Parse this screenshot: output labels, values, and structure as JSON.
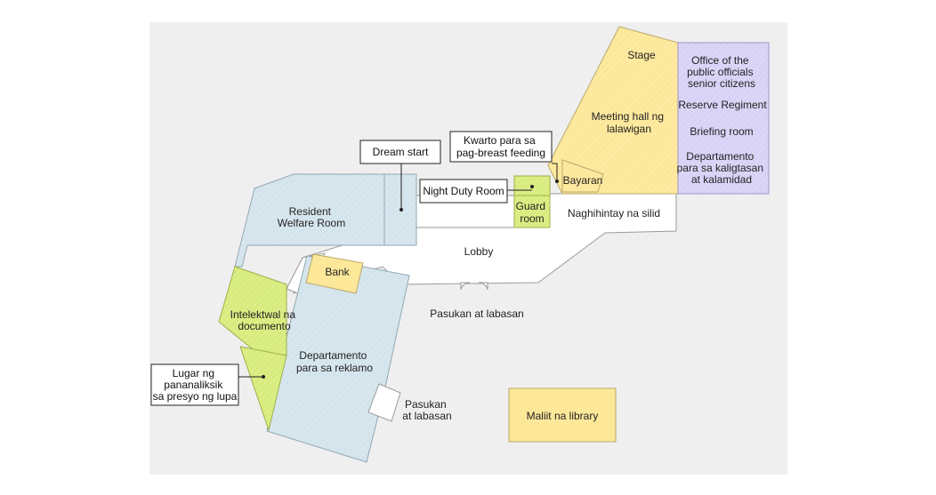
{
  "colors": {
    "background_panel": "#efefef",
    "blue_room": "#d4e4ec",
    "yellow_room": "#fde89a",
    "green_room": "#d8ec7e",
    "purple_room": "#d9d2f6",
    "corridor": "#ffffff",
    "outline": "#8a8a8a"
  },
  "rooms": {
    "stage": "Stage",
    "office_officials": [
      "Office of the",
      "public officials",
      "senior citizens"
    ],
    "reserve_regiment": "Reserve Regiment",
    "briefing_room": "Briefing room",
    "disaster_dept": [
      "Departamento",
      "para sa kaligtasan",
      "at kalamidad"
    ],
    "meeting_hall": [
      "Meeting hall ng",
      "lalawigan"
    ],
    "bayaran": "Bayaran",
    "waiting_room": "Naghihintay na silid",
    "guard_room": [
      "Guard",
      "room"
    ],
    "lobby": "Lobby",
    "resident_welfare": [
      "Resident",
      "Welfare Room"
    ],
    "bank": "Bank",
    "intellectual_docs": [
      "Intelektwal na",
      "documento"
    ],
    "complaints_dept": [
      "Departamento",
      "para sa reklamo"
    ],
    "small_library": "Maliit na library"
  },
  "entrances": {
    "main": "Pasukan at labasan",
    "side": [
      "Pasukan",
      "at labasan"
    ]
  },
  "callouts": {
    "dream_start": "Dream start",
    "breastfeeding": [
      "Kwarto para sa",
      "pag-breast feeding"
    ],
    "night_duty": "Night Duty Room",
    "land_research": [
      "Lugar ng",
      "pananaliksik",
      "sa presyo ng lupa"
    ]
  }
}
